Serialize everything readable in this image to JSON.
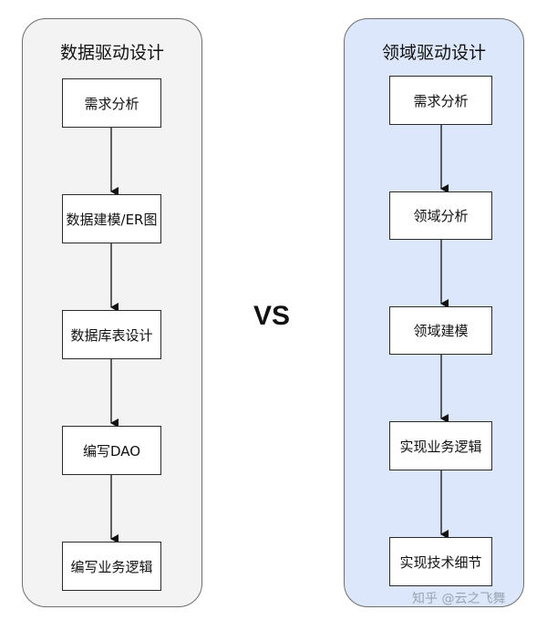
{
  "left_panel": {
    "title": "数据驱动设计",
    "steps": [
      "需求分析",
      "数据建模/ER图",
      "数据库表设计",
      "编写DAO",
      "编写业务逻辑"
    ]
  },
  "right_panel": {
    "title": "领域驱动设计",
    "steps": [
      "需求分析",
      "领域分析",
      "领域建模",
      "实现业务逻辑",
      "实现技术细节"
    ]
  },
  "center_label": "VS",
  "watermark": "知乎 @云之飞舞",
  "colors": {
    "left_panel_bg": "#f3f3f3",
    "right_panel_bg": "#dce7fb",
    "border": "#2b2b2b"
  }
}
